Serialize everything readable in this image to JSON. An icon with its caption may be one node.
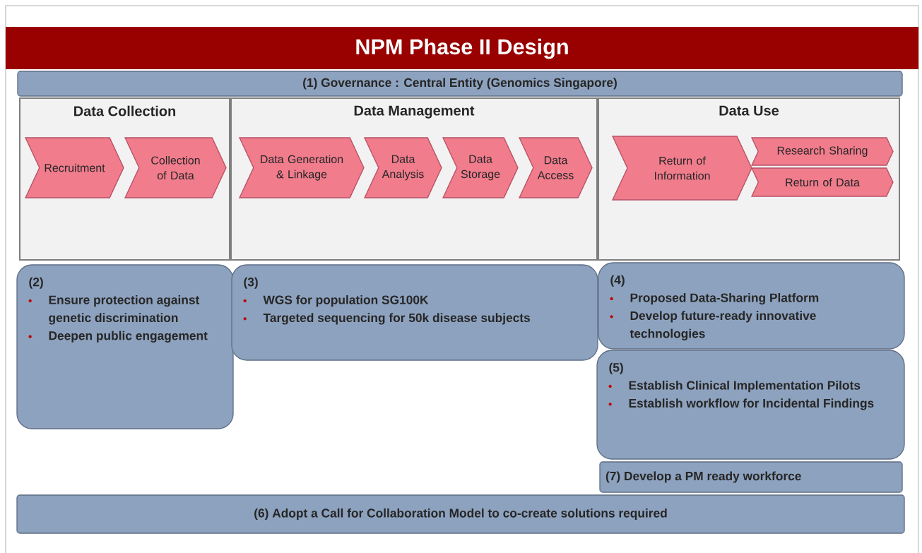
{
  "diagram": {
    "title": "NPM Phase II Design",
    "nodes": [
      {
        "text": [
          "(1) Governance : Central Entity (Genomics Singapore)"
        ]
      },
      {
        "text": [
          "Data Collection"
        ]
      },
      {
        "text": [
          "Recruitment"
        ],
        "in": 1
      },
      {
        "text": [
          "Collection of Data"
        ],
        "in": 1
      },
      {
        "text": [
          "Data Management"
        ]
      },
      {
        "text": [
          "Data Generation & Linkage"
        ],
        "in": 4
      },
      {
        "text": [
          "Data Analysis"
        ],
        "in": 4
      },
      {
        "text": [
          "Data Storage"
        ],
        "in": 4
      },
      {
        "text": [
          "Data Access"
        ],
        "in": 4
      },
      {
        "text": [
          "Data Use"
        ]
      },
      {
        "text": [
          "Return of Information"
        ],
        "in": 9
      },
      {
        "text": [
          "Research Sharing"
        ],
        "in": 9
      },
      {
        "text": [
          "Return of Data"
        ],
        "in": 9
      },
      {
        "text": [
          "(2)",
          "Ensure protection against genetic discrimination",
          "Deepen public engagement"
        ]
      },
      {
        "text": [
          "(3)",
          "WGS for population SG100K",
          "Targeted sequencing for 50k disease subjects"
        ]
      },
      {
        "text": [
          "(4)",
          "Proposed Data-Sharing Platform",
          "Develop future-ready innovative technologies"
        ]
      },
      {
        "text": [
          "(5)",
          "Establish Clinical Implementation Pilots",
          "Establish workflow for Incidental Findings"
        ]
      },
      {
        "text": [
          "(7) Develop a PM ready workforce"
        ]
      },
      {
        "text": [
          "(6) Adopt a Call for Collaboration Model  to co-create solutions required"
        ]
      }
    ]
  }
}
